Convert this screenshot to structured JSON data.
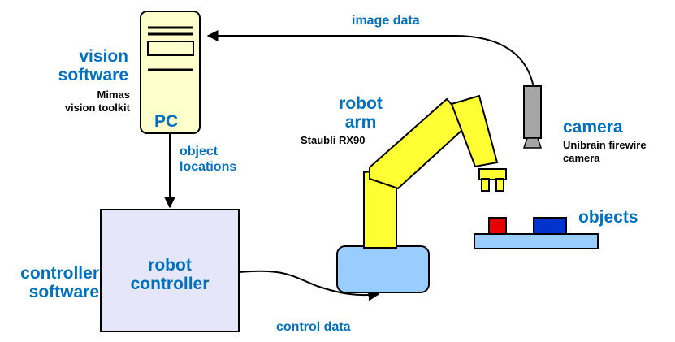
{
  "labels": {
    "vision_software": [
      "vision",
      "software"
    ],
    "mimas": [
      "Mimas",
      "vision toolkit"
    ],
    "pc": "PC",
    "image_data": "image data",
    "object_locations": [
      "object",
      "locations"
    ],
    "robot_arm": [
      "robot",
      "arm"
    ],
    "staubli": "Staubli RX90",
    "camera": "camera",
    "camera_desc": [
      "Unibrain firewire",
      "camera"
    ],
    "objects": "objects",
    "controller_software": [
      "controller",
      "software"
    ],
    "robot_controller": [
      "robot",
      "controller"
    ],
    "control_data": "control data"
  },
  "colors": {
    "label_blue": "#0070C0",
    "pc_fill": "#FFFFCC",
    "controller_fill": "#E6E6FA",
    "arm_yellow": "#FFFF33",
    "base_blue": "#99CCFF",
    "camera_gray": "#A6A6A6",
    "object_red": "#E60000",
    "object_blue": "#0033CC"
  },
  "icons": [
    "computer-tower-icon",
    "camera-icon",
    "robot-arm-icon",
    "gripper-icon"
  ]
}
